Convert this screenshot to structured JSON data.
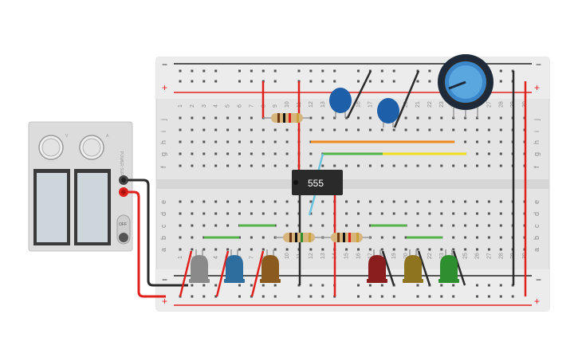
{
  "breadboard": {
    "column_numbers": [
      "1",
      "2",
      "3",
      "4",
      "5",
      "6",
      "7",
      "8",
      "9",
      "10",
      "11",
      "12",
      "13",
      "14",
      "15",
      "16",
      "17",
      "18",
      "19",
      "20",
      "21",
      "22",
      "23",
      "24",
      "25",
      "26",
      "27",
      "28",
      "29",
      "30"
    ],
    "top_row_letters": [
      "j",
      "i",
      "h",
      "g",
      "f"
    ],
    "bottom_row_letters": [
      "e",
      "d",
      "c",
      "b",
      "a"
    ],
    "rail_minus": "−",
    "rail_plus": "+"
  },
  "ic": {
    "label": "555"
  },
  "power_supply": {
    "knob_labels": [
      "V",
      "A"
    ],
    "switch_label": "OFF",
    "side_label": "POWER SUPPLY"
  },
  "colors": {
    "red_wire": "#e0201b",
    "black_wire": "#2b2b2b",
    "green_wire": "#55b34a",
    "orange_wire": "#f08a1c",
    "yellow_wire": "#f2dc1d",
    "cyan_wire": "#6cc3dd",
    "board": "#e8e8e8",
    "led_gray": "#8a8a8a",
    "led_blue": "#2e6e9e",
    "led_brown": "#8a5a1e",
    "led_red": "#8a1d1d",
    "led_olive": "#8f7420",
    "led_green": "#2e8f2e",
    "capacitor": "#1d5fa8"
  }
}
